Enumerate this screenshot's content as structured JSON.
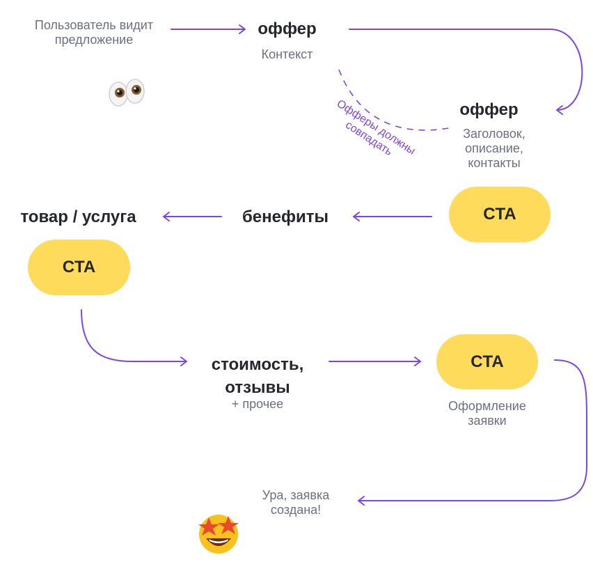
{
  "colors": {
    "accent": "#7a45e8",
    "cta": "#fedb5b",
    "text": "#25262e",
    "muted": "#6b6f80"
  },
  "start": {
    "line1": "Пользователь видит",
    "line2": "предложение"
  },
  "offer1": {
    "title": "оффер",
    "subtitle": "Контекст"
  },
  "offer2": {
    "title": "оффер",
    "sub1": "Заголовок,",
    "sub2": "описание,",
    "sub3": "контакты"
  },
  "match_note": {
    "line1": "Офферы должны",
    "line2": "совпадать"
  },
  "cta_right": {
    "label": "CTA"
  },
  "benefits": {
    "title": "бенефиты"
  },
  "product": {
    "title": "товар / услуга"
  },
  "cta_left": {
    "label": "CTA"
  },
  "price": {
    "line1": "стоимость,",
    "line2": "отзывы",
    "sub": "+ прочее"
  },
  "cta_order": {
    "label": "CTA",
    "sub1": "Оформление",
    "sub2": "заявки"
  },
  "done": {
    "line1": "Ура, заявка",
    "line2": "создана!"
  },
  "icons": {
    "eyes": "eyes-emoji-icon",
    "star": "star-struck-emoji-icon"
  }
}
